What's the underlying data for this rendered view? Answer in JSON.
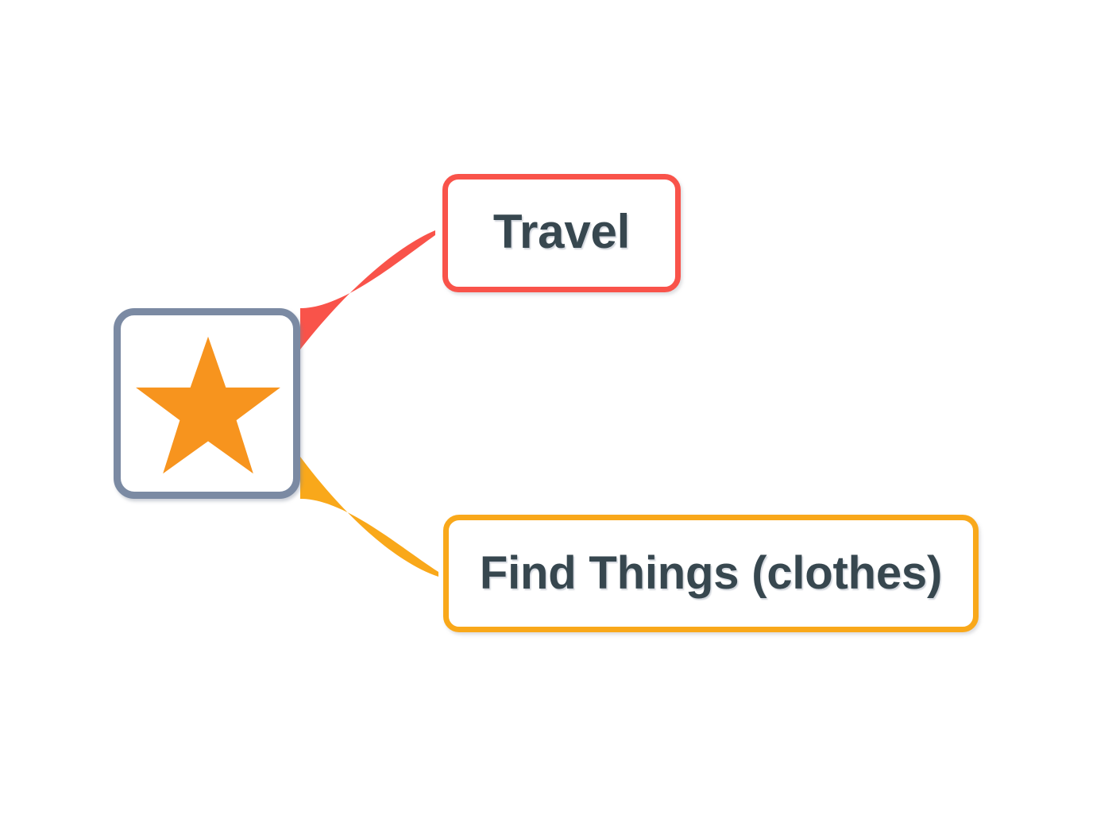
{
  "diagram": {
    "type": "mind-map",
    "background_color": "#ffffff",
    "root": {
      "icon": "star-icon",
      "icon_color": "#f7941e",
      "border_color": "#7b8aa3",
      "fill_color": "#ffffff",
      "label": ""
    },
    "branches": [
      {
        "id": "travel",
        "label": "Travel",
        "border_color": "#f9534a",
        "connector_color": "#f9534a",
        "text_color": "#37474f",
        "position": "upper-right"
      },
      {
        "id": "find-things",
        "label": "Find Things (clothes)",
        "border_color": "#f9a81a",
        "connector_color": "#f9a81a",
        "text_color": "#37474f",
        "position": "lower-right"
      }
    ]
  }
}
